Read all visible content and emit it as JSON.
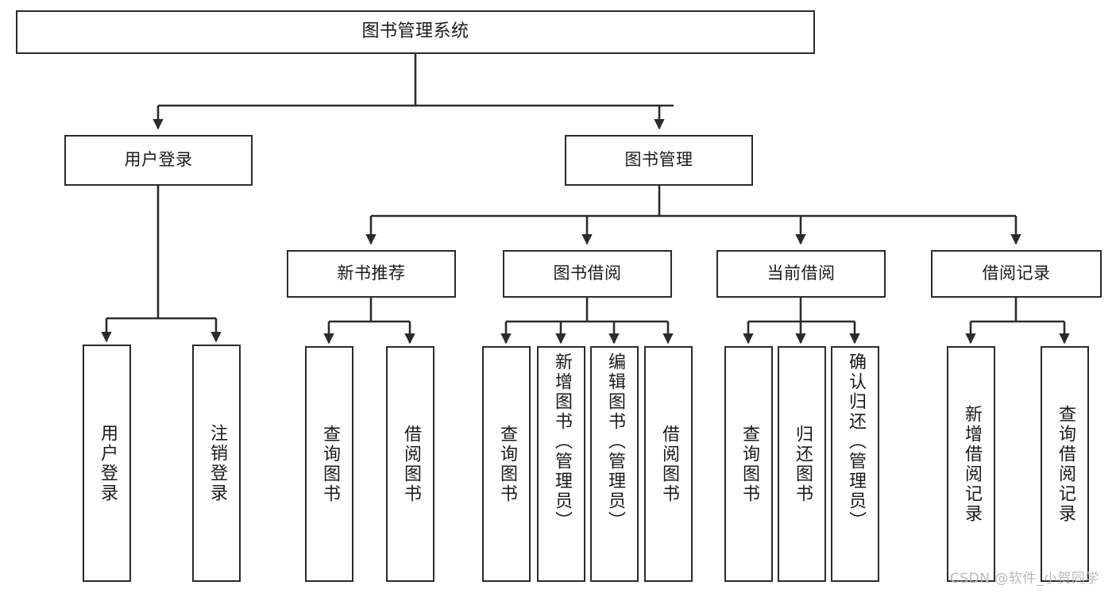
{
  "diagram": {
    "title": "图书管理系统",
    "type": "tree-hierarchy-chart",
    "colors": {
      "box_border": "#2b2b2b",
      "box_fill": "#ffffff",
      "connector": "#2b2b2b",
      "background": "#ffffff",
      "watermark": "#b9b9b9"
    }
  },
  "watermark": {
    "text": "CSDN @软件_小贺同学"
  },
  "nodes": {
    "root": {
      "label": "图书管理系统"
    },
    "level1": [
      {
        "label": "用户登录"
      },
      {
        "label": "图书管理"
      }
    ],
    "level2": [
      {
        "label": "新书推荐"
      },
      {
        "label": "图书借阅"
      },
      {
        "label": "当前借阅"
      },
      {
        "label": "借阅记录"
      }
    ],
    "leaves": {
      "user_login": [
        {
          "label": "用户登录"
        },
        {
          "label": "注销登录"
        }
      ],
      "new_book_recommend": [
        {
          "label": "查询图书"
        },
        {
          "label": "借阅图书"
        }
      ],
      "book_borrow": [
        {
          "label": "查询图书"
        },
        {
          "label": "新增图书（管理员）"
        },
        {
          "label": "编辑图书（管理员）"
        },
        {
          "label": "借阅图书"
        }
      ],
      "current_borrow": [
        {
          "label": "查询图书"
        },
        {
          "label": "归还图书"
        },
        {
          "label": "确认归还（管理员）"
        }
      ],
      "borrow_record": [
        {
          "label": "新增借阅记录"
        },
        {
          "label": "查询借阅记录"
        }
      ]
    }
  }
}
